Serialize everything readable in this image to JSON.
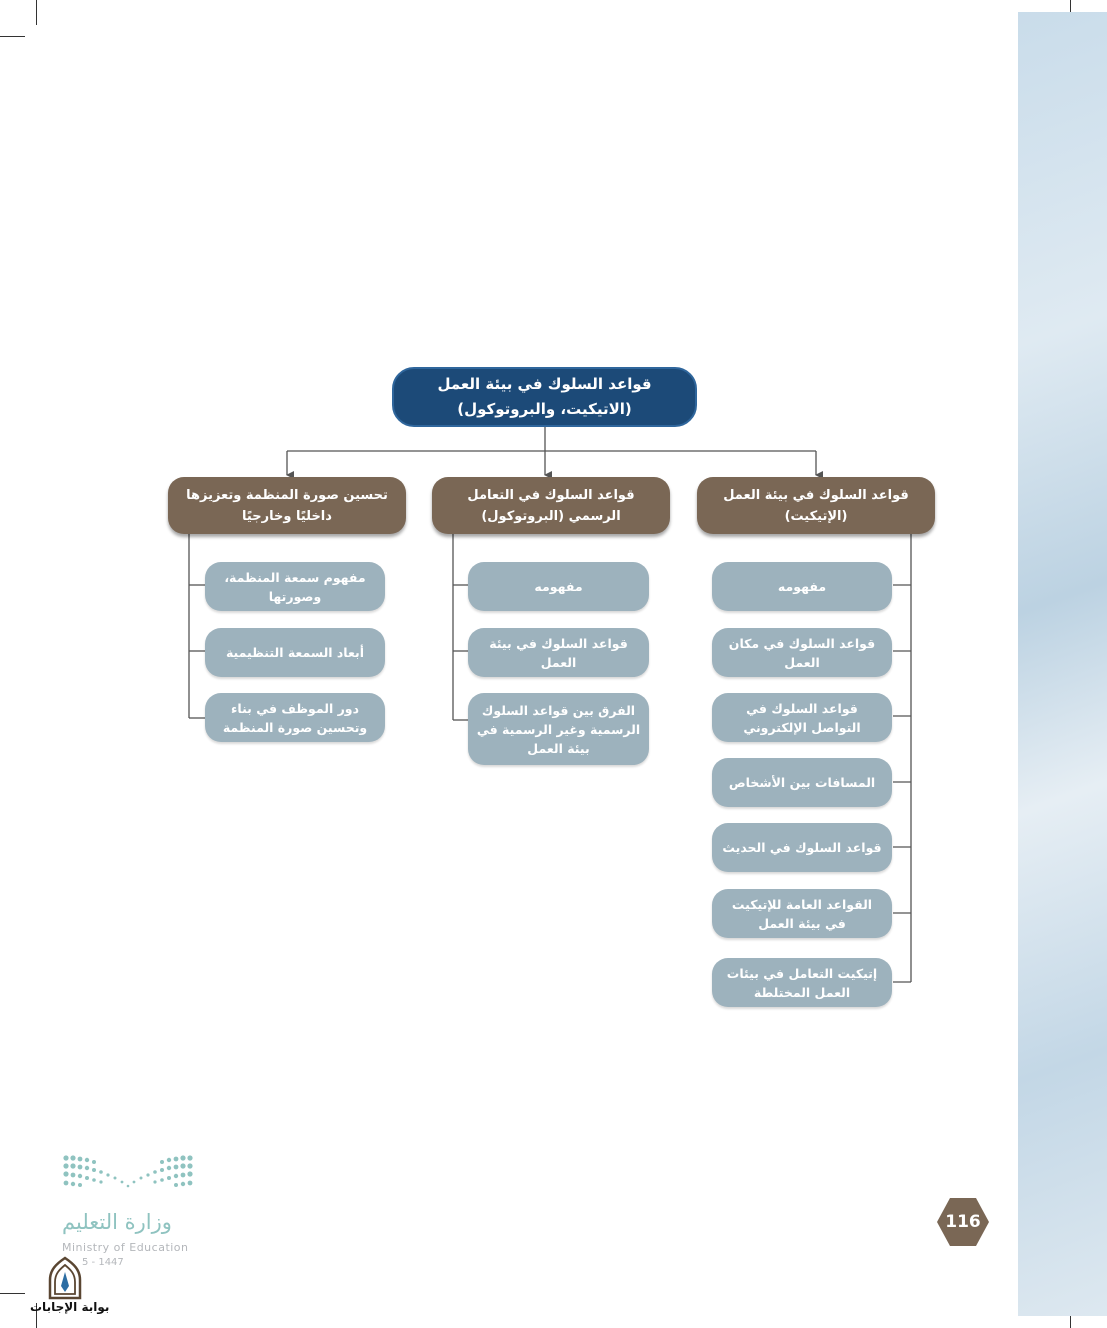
{
  "diagram": {
    "root": {
      "line1": "قواعد السلوك في بيئة العمل",
      "line2": "(الاتيكيت، والبروتوكول)"
    },
    "categories": [
      {
        "title": "قواعد السلوك في بيئة العمل (الإتيكيت)",
        "items": [
          "مفهومه",
          "قواعد السلوك في مكان العمل",
          "قواعد السلوك في التواصل الإلكتروني",
          "المسافات بين الأشخاص",
          "قواعد السلوك في الحديث",
          "القواعد العامة للإتيكيت في بيئة العمل",
          "إتيكيت التعامل في بيئات العمل المختلطة"
        ]
      },
      {
        "title": "قواعد السلوك في التعامل الرسمي (البروتوكول)",
        "items": [
          "مفهومه",
          "قواعد السلوك في بيئة العمل",
          "الفرق بين قواعد السلوك الرسمية وغير الرسمية في بيئة العمل"
        ]
      },
      {
        "title": "تحسين صورة المنظمة وتعزيزها داخليًا وخارجيًا",
        "items": [
          "مفهوم سمعة المنظمة، وصورتها",
          "أبعاد السمعة التنظيمية",
          "دور الموظف في بناء وتحسين صورة المنظمة"
        ]
      }
    ]
  },
  "page_number": "116",
  "footer": {
    "ministry_ar": "وزارة التعليم",
    "ministry_en": "Ministry of Education",
    "year": "5 - 1447",
    "brand": "بوابة الإجابات"
  },
  "colors": {
    "root": "#1c4a78",
    "category": "#7a6755",
    "leaf": "#9db2bd",
    "connector": "#555555"
  }
}
